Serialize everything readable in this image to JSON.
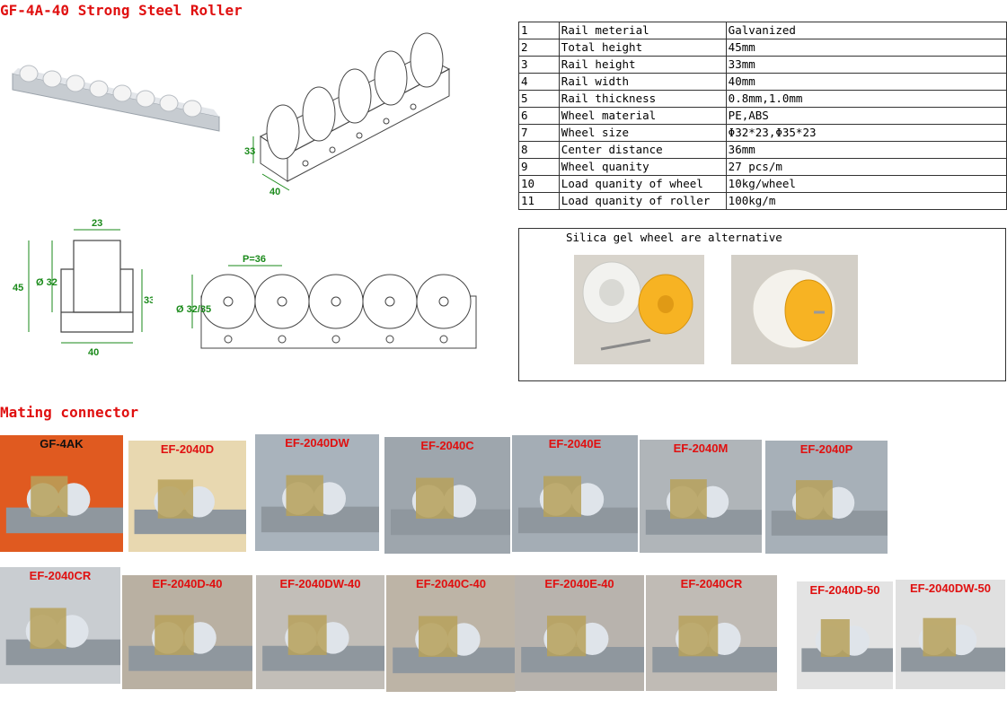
{
  "title": "GF-4A-40 Strong Steel Roller",
  "spec_table": [
    {
      "no": "1",
      "item": "Rail meterial",
      "value": "Galvanized"
    },
    {
      "no": "2",
      "item": "Total height",
      "value": "45mm"
    },
    {
      "no": "3",
      "item": "Rail height",
      "value": "33mm"
    },
    {
      "no": "4",
      "item": "Rail width",
      "value": "40mm"
    },
    {
      "no": "5",
      "item": "Rail thickness",
      "value": "0.8mm,1.0mm"
    },
    {
      "no": "6",
      "item": "Wheel material",
      "value": "PE,ABS"
    },
    {
      "no": "7",
      "item": "Wheel size",
      "value": "Φ32*23,Φ35*23"
    },
    {
      "no": "8",
      "item": "Center distance",
      "value": "36mm"
    },
    {
      "no": "9",
      "item": "Wheel quanity",
      "value": "27 pcs/m"
    },
    {
      "no": "10",
      "item": "Load quanity of wheel",
      "value": "10kg/wheel"
    },
    {
      "no": "11",
      "item": "Load quanity of roller",
      "value": "100kg/m"
    }
  ],
  "silica_note": "Silica gel wheel are alternative",
  "drawing_dims": {
    "iso_height": "33",
    "iso_width": "40",
    "front_top": "23",
    "front_total": "45",
    "front_wheel": "Ø 32",
    "front_rail": "33",
    "front_bottom": "40",
    "side_pitch": "P=36",
    "side_wheel": "Ø 32/35"
  },
  "mating_title": "Mating connector",
  "connectors_row1": [
    "GF-4AK",
    "EF-2040D",
    "EF-2040DW",
    "EF-2040C",
    "EF-2040E",
    "EF-2040M",
    "EF-2040P"
  ],
  "connectors_row2": [
    "EF-2040CR",
    "EF-2040D-40",
    "EF-2040DW-40",
    "EF-2040C-40",
    "EF-2040E-40",
    "EF-2040CR",
    "EF-2040D-50",
    "EF-2040DW-50"
  ],
  "colors": {
    "title_red": "#e01010",
    "dimension_green": "#1a8a1a"
  }
}
